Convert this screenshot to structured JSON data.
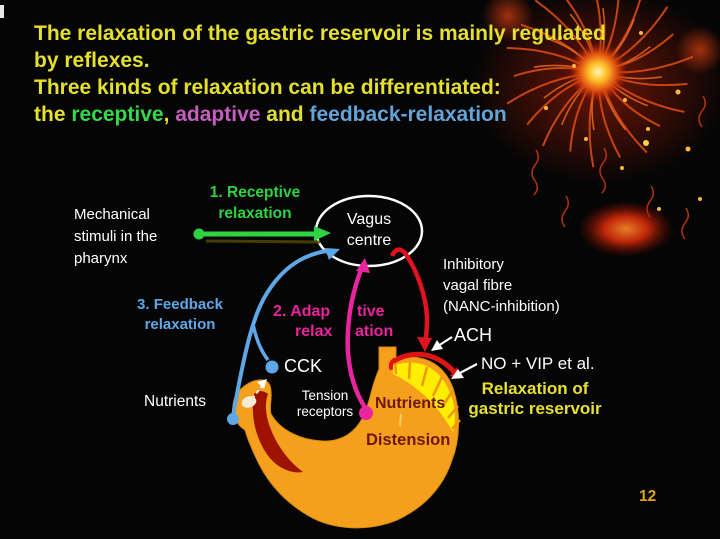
{
  "slide": {
    "title_line1": "The relaxation of the gastric reservoir is mainly regulated",
    "title_line2": "by reflexes.",
    "title_line3": "Three kinds of relaxation can be differentiated:",
    "title_line4": {
      "the": "the ",
      "receptive": "receptive",
      "comma": ", ",
      "adaptive": "adaptive",
      "and": " and ",
      "feedback": "feedback-relaxation"
    },
    "page_number": "12"
  },
  "diagram": {
    "labels": {
      "mechanical_stimuli": "Mechanical\nstimuli in the\npharynx",
      "receptive": "1. Receptive\nrelaxation",
      "vagus_centre": "Vagus\ncentre",
      "inhibitory_fibre": "Inhibitory\nvagal fibre\n(NANC-inhibition)",
      "ach": "ACH",
      "no_vip": "NO + VIP et al.",
      "relaxation_reservoir": "Relaxation of\ngastric reservoir",
      "feedback": "3. Feedback\nrelaxation",
      "adaptive_a": "2. Adap",
      "adaptive_b": "tive",
      "adaptive_c": "relax",
      "adaptive_d": "ation",
      "cck": "CCK",
      "tension_receptors": "Tension\nreceptors",
      "nutrients": "Nutrients",
      "nutrients_stomach": "Nutrients",
      "distension": "Distension"
    },
    "colors": {
      "title_yellow": "#e5df2e",
      "green": "#2fd341",
      "magenta": "#e8259e",
      "title_magenta": "#c45fc0",
      "cyan": "#5fa8e8",
      "title_blue": "#63a3d8",
      "red": "#e01418",
      "stomach_orange": "#f5a01d",
      "fundus_yellow": "#ffee00",
      "dark_red_patch": "#9e1200",
      "stomach_text": "#6e1600",
      "white": "#ffffff",
      "page_yellow": "#dca418"
    }
  }
}
